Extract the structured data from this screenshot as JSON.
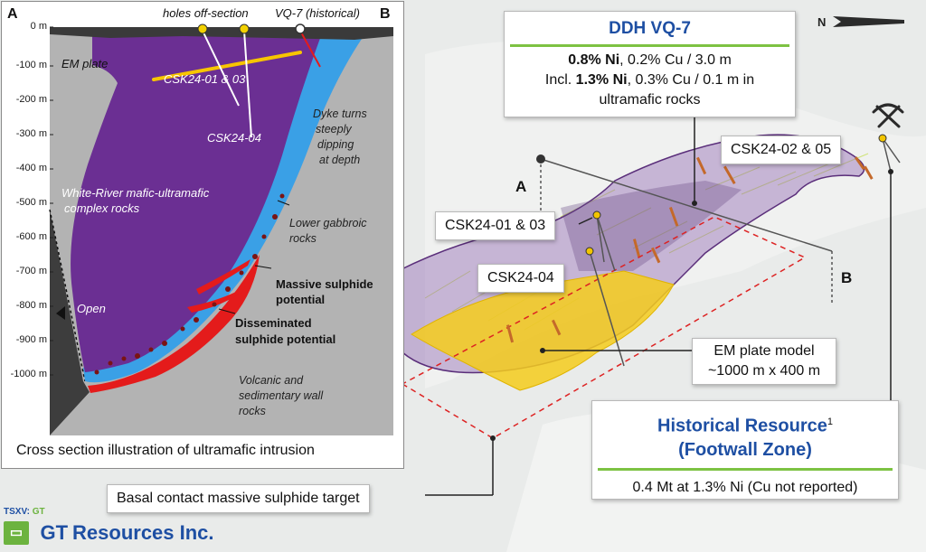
{
  "cross_section": {
    "caption": "Cross section illustration of ultramafic intrusion",
    "endpoint_a": "A",
    "endpoint_b": "B",
    "depth_ticks": [
      "0 m",
      "-100 m",
      "-200 m",
      "-300 m",
      "-400 m",
      "-500 m",
      "-600 m",
      "-700 m",
      "-800 m",
      "-900 m",
      "-1000 m"
    ],
    "labels": {
      "holes_off_section": "holes off-section",
      "vq7_historical": "VQ-7 (historical)",
      "em_plate": "EM plate",
      "csk_01_03": "CSK24-01 & 03",
      "csk_04": "CSK24-04",
      "dyke_1": "Dyke turns",
      "dyke_2": "steeply",
      "dyke_3": "dipping",
      "dyke_4": "at depth",
      "white_river_1": "White-River mafic-ultramafic",
      "white_river_2": "complex rocks",
      "lower_gabbro_1": "Lower gabbroic",
      "lower_gabbro_2": "rocks",
      "massive_1": "Massive sulphide",
      "massive_2": "potential",
      "dissem_1": "Disseminated",
      "dissem_2": "sulphide potential",
      "open": "Open",
      "volcanic_1": "Volcanic and",
      "volcanic_2": "sedimentary wall",
      "volcanic_3": "rocks"
    },
    "colors": {
      "intrusion": "#6b2f93",
      "gabbro": "#2f9be3",
      "sulphide": "#e41b1b",
      "wall": "#b2b2b2",
      "cover": "#3a3a3a",
      "em_plate": "#f7c500"
    }
  },
  "map_3d": {
    "north": "N",
    "section_a": "A",
    "section_b": "B",
    "vq7_box": {
      "title": "DDH VQ-7",
      "l1_bold": "0.8% Ni",
      "l1_rest": ", 0.2% Cu / 3.0 m",
      "l2_pre": "Incl. ",
      "l2_bold": "1.3% Ni",
      "l2_rest": ", 0.3% Cu / 0.1 m in",
      "l3": "ultramafic rocks"
    },
    "hole_labels": [
      "CSK24-01 & 03",
      "CSK24-04",
      "CSK24-02 & 05"
    ],
    "em_plate_model": [
      "EM plate model",
      "~1000 m x 400 m"
    ],
    "historical": {
      "title_1": "Historical Resource",
      "sup": "1",
      "title_2": "(Footwall Zone)",
      "detail": "0.4 Mt at 1.3% Ni (Cu not reported)"
    },
    "target": "Basal contact massive sulphide target"
  },
  "brand": {
    "ticker_pre": "TSXV: ",
    "ticker": "GT",
    "logo_mark": "GT",
    "name": "Resources Inc."
  }
}
